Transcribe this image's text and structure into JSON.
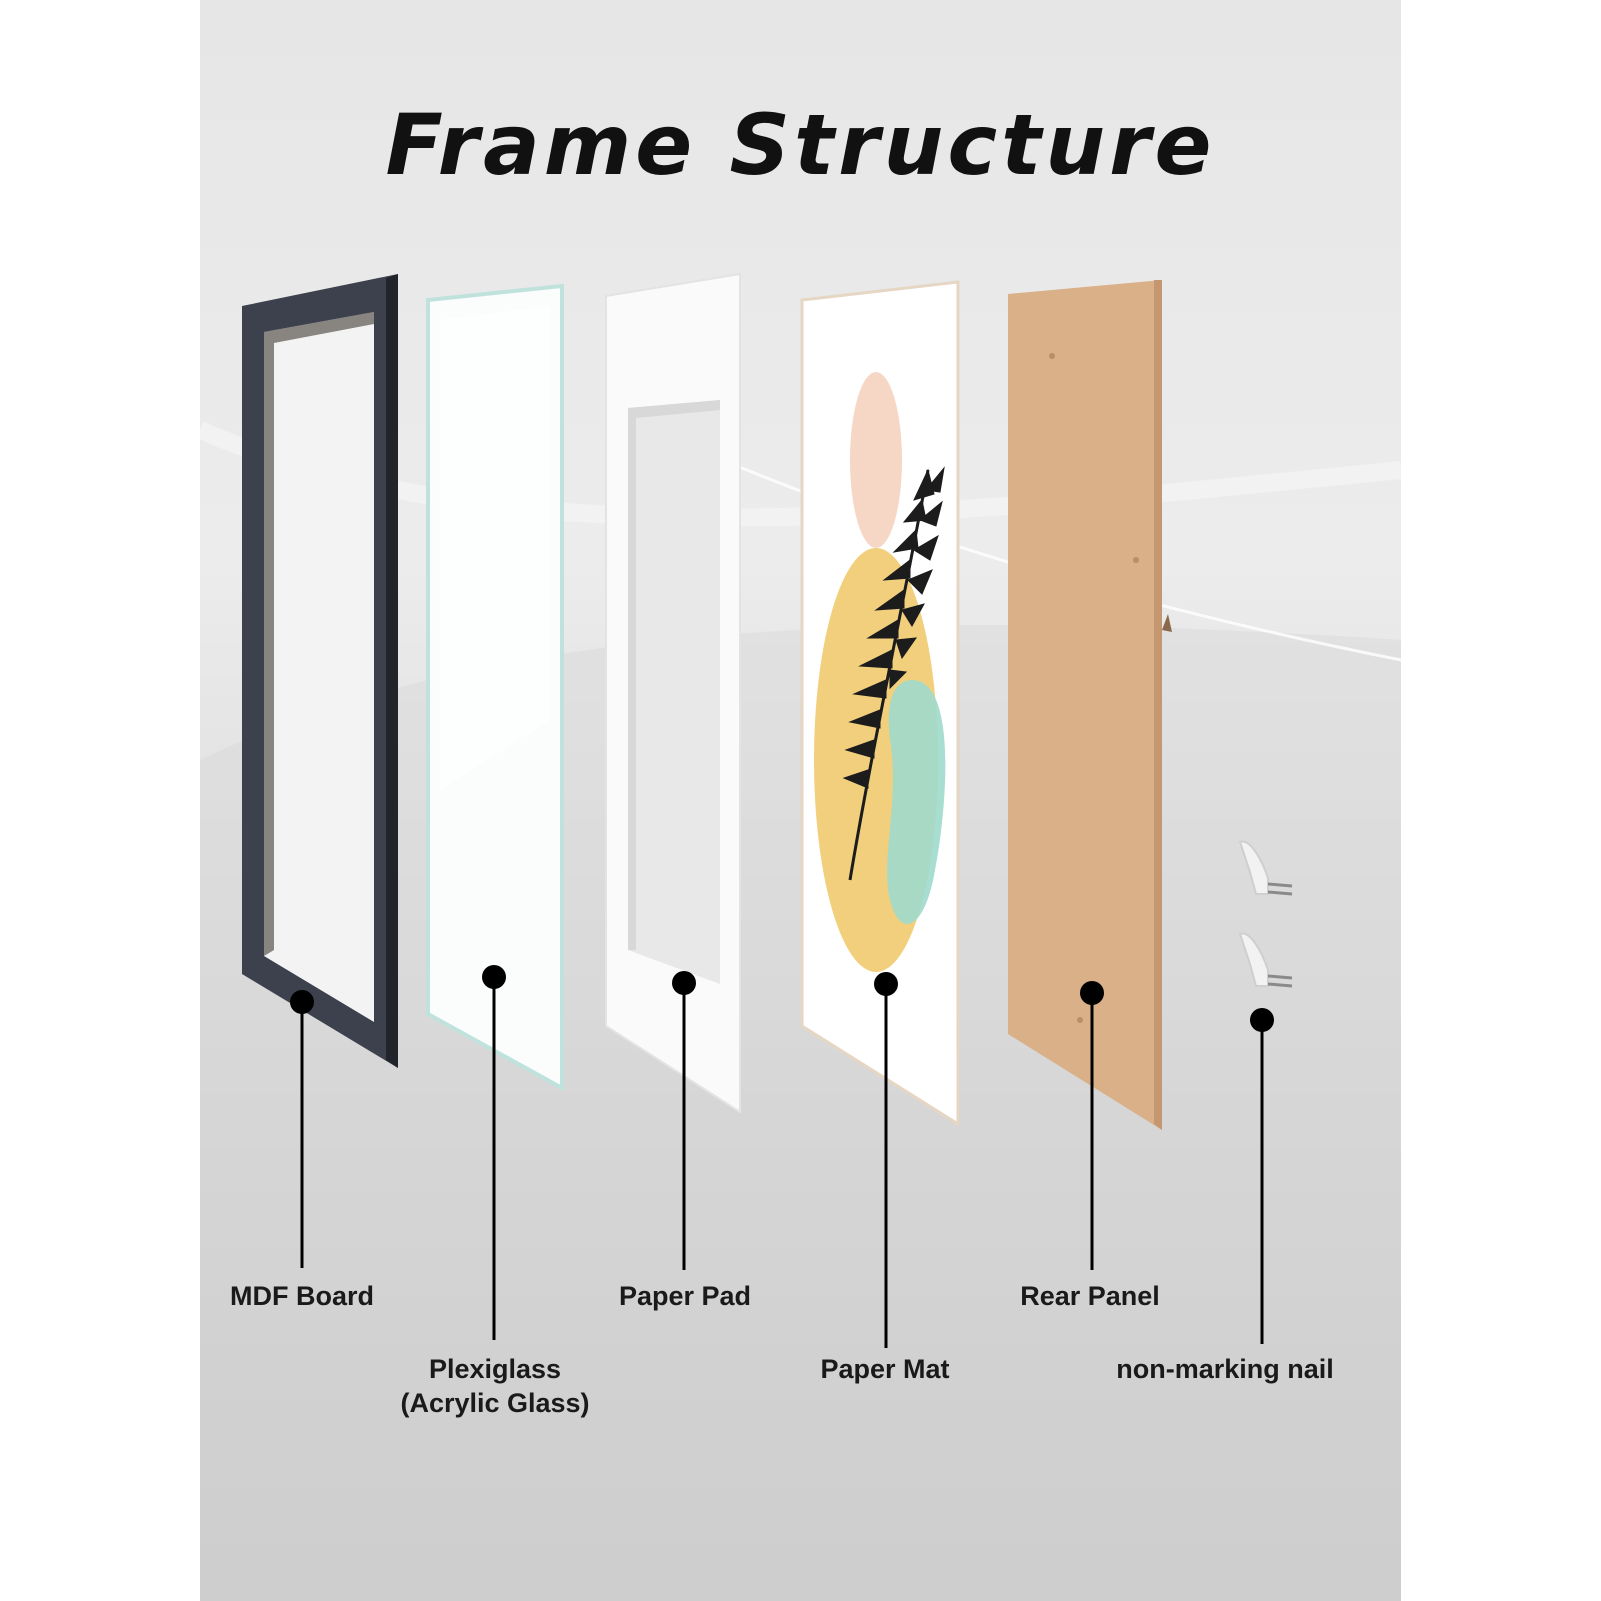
{
  "title": "Frame Structure",
  "components": [
    {
      "id": "mdf-board",
      "label": "MDF Board"
    },
    {
      "id": "plexiglass",
      "label": "Plexiglass",
      "label_line2": "(Acrylic Glass)"
    },
    {
      "id": "paper-pad",
      "label": "Paper Pad"
    },
    {
      "id": "paper-mat",
      "label": "Paper Mat"
    },
    {
      "id": "rear-panel",
      "label": "Rear Panel"
    },
    {
      "id": "non-marking-nail",
      "label": "non-marking nail"
    }
  ],
  "colors": {
    "frame": "#3a3d4a",
    "glass_edge": "#bfe3dc",
    "kraft": "#d9b088",
    "peach": "#f6d6c4",
    "yellow": "#f1cf7d",
    "mint": "#9fd9cc",
    "leaf": "#1c1c1c"
  }
}
